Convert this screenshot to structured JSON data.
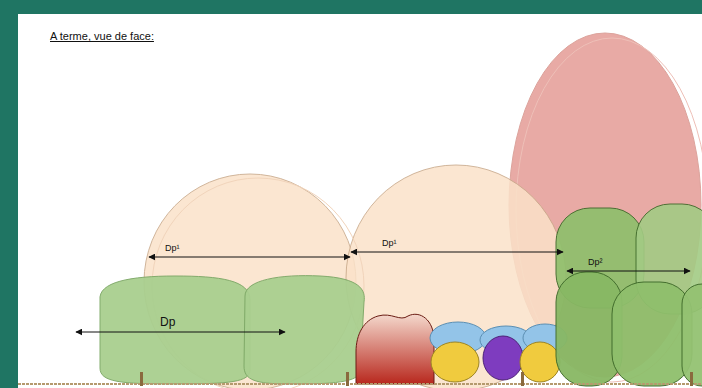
{
  "diagram": {
    "title": "A terme, vue de face:",
    "labels": [
      "Dp¹",
      "Dp¹",
      "Dp²",
      "Dp"
    ]
  }
}
